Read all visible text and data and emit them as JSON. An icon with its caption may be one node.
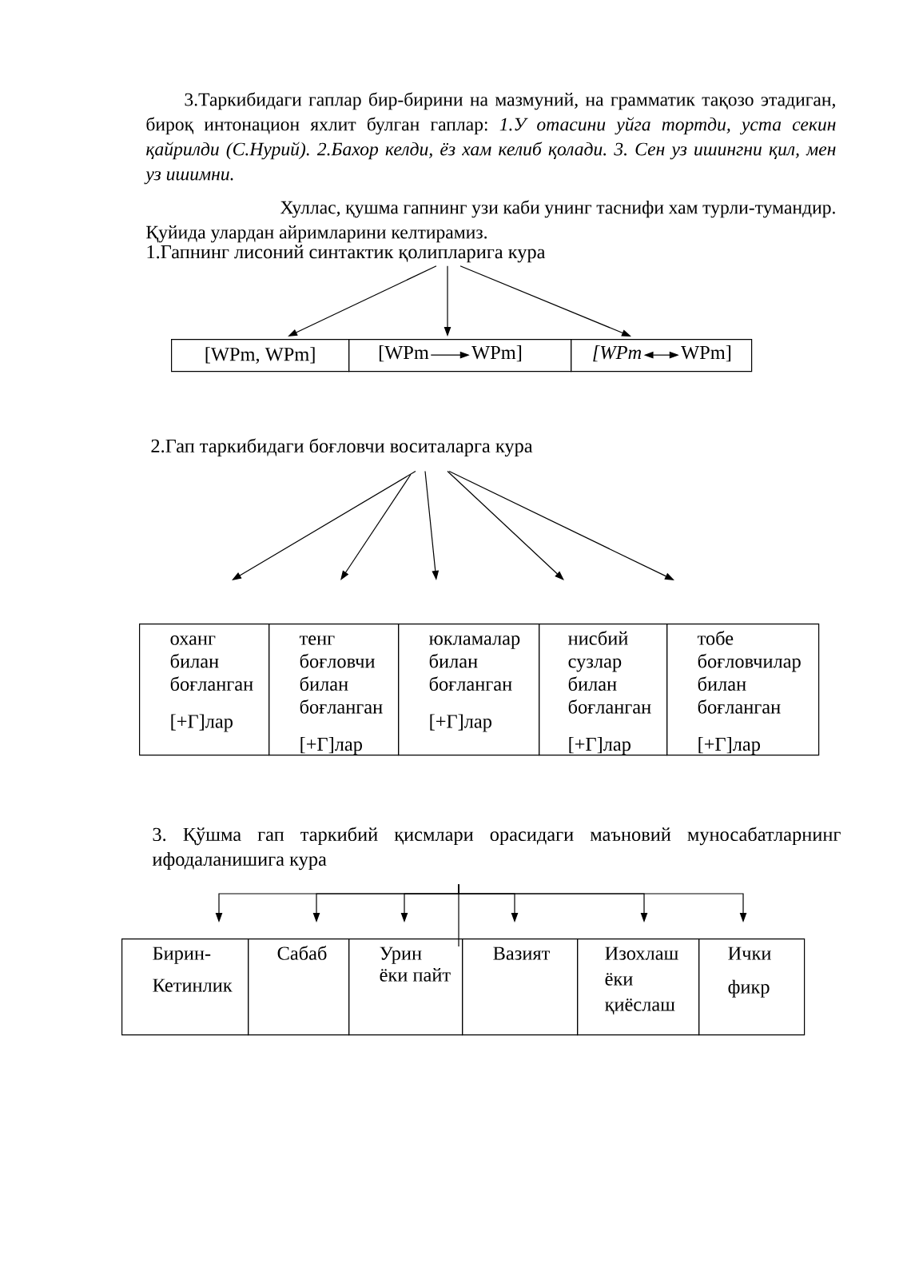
{
  "diagram": {
    "nodes": [
      {
        "text": [
          "1.Гапнинг лисоний синтактик қолипларига кура"
        ]
      },
      {
        "text": [
          "[WPm, WPm]"
        ]
      },
      {
        "text": [],
        "shape": "box"
      },
      {
        "text": [
          "[WPm"
        ],
        "in": 2
      },
      {
        "text": [
          "WPm]"
        ],
        "in": 2
      },
      {
        "text": [],
        "shape": "box"
      },
      {
        "text": [
          "[WPm"
        ],
        "in": 5
      },
      {
        "text": [
          "WPm]"
        ],
        "in": 5
      },
      {
        "text": [
          "2.Гап таркибидаги боғловчи воситаларга кура"
        ]
      },
      {
        "text": [
          "оханг билан боғланган",
          "[+Г]лар"
        ]
      },
      {
        "text": [
          "тенг боғловчи билан боғланган",
          "[+Г]лар"
        ]
      },
      {
        "text": [
          "юкламалар билан боғланган",
          "[+Г]лар"
        ]
      },
      {
        "text": [
          "нисбий сузлар билан боғланган",
          "[+Г]лар"
        ]
      },
      {
        "text": [
          "тобе боғловчилар билан боғланган",
          "[+Г]лар"
        ]
      },
      {
        "text": [
          "3. Қўшма гап таркибий қисмлари орасидаги маъновий муносабатларнинг ифодаланишига кура"
        ]
      },
      {
        "text": [
          "Бирин-Кетинлик"
        ]
      },
      {
        "text": [
          "Сабаб"
        ]
      },
      {
        "text": [
          "Урин ёки пайт"
        ]
      },
      {
        "text": [
          "Вазият"
        ]
      },
      {
        "text": [
          "Изохлаш ёки қиёслаш"
        ]
      },
      {
        "text": [
          "Ички фикр"
        ]
      }
    ],
    "edges": [
      {
        "from": 0,
        "to": 1,
        "arrow": "to"
      },
      {
        "from": 0,
        "to": 2,
        "arrow": "to"
      },
      {
        "from": 0,
        "to": 5,
        "arrow": "to"
      },
      {
        "from": 3,
        "to": 4,
        "arrow": "to"
      },
      {
        "from": 6,
        "to": 7,
        "arrow": "both"
      },
      {
        "from": 8,
        "to": 9,
        "arrow": "to"
      },
      {
        "from": 8,
        "to": 10,
        "arrow": "to"
      },
      {
        "from": 8,
        "to": 11,
        "arrow": "to"
      },
      {
        "from": 8,
        "to": 12,
        "arrow": "to"
      },
      {
        "from": 8,
        "to": 13,
        "arrow": "to"
      },
      {
        "from": 14,
        "to": 15,
        "arrow": "to"
      },
      {
        "from": 14,
        "to": 16,
        "arrow": "to"
      },
      {
        "from": 14,
        "to": 17,
        "arrow": "to"
      },
      {
        "from": 14,
        "to": 18,
        "arrow": "to"
      },
      {
        "from": 14,
        "to": 19,
        "arrow": "to"
      },
      {
        "from": 14,
        "to": 20,
        "arrow": "to"
      }
    ],
    "labels": [
      "3.Таркибидаги гаплар бир-бирини на мазмуний, на грамматик тақозо этадиган, бироқ интонацион яхлит булган гаплар: *1.У отасини уйга тортди, уста секин қайрилди (С.Нурий). 2.Бахор келди, ёз хам келиб қолади. 3. Сен уз ишингни қил, мен уз ишимни.*",
      "Хуллас, қушма гапнинг узи каби унинг таснифи хам турли-тумандир. Қуйида улардан айримларини келтирамиз."
    ]
  }
}
